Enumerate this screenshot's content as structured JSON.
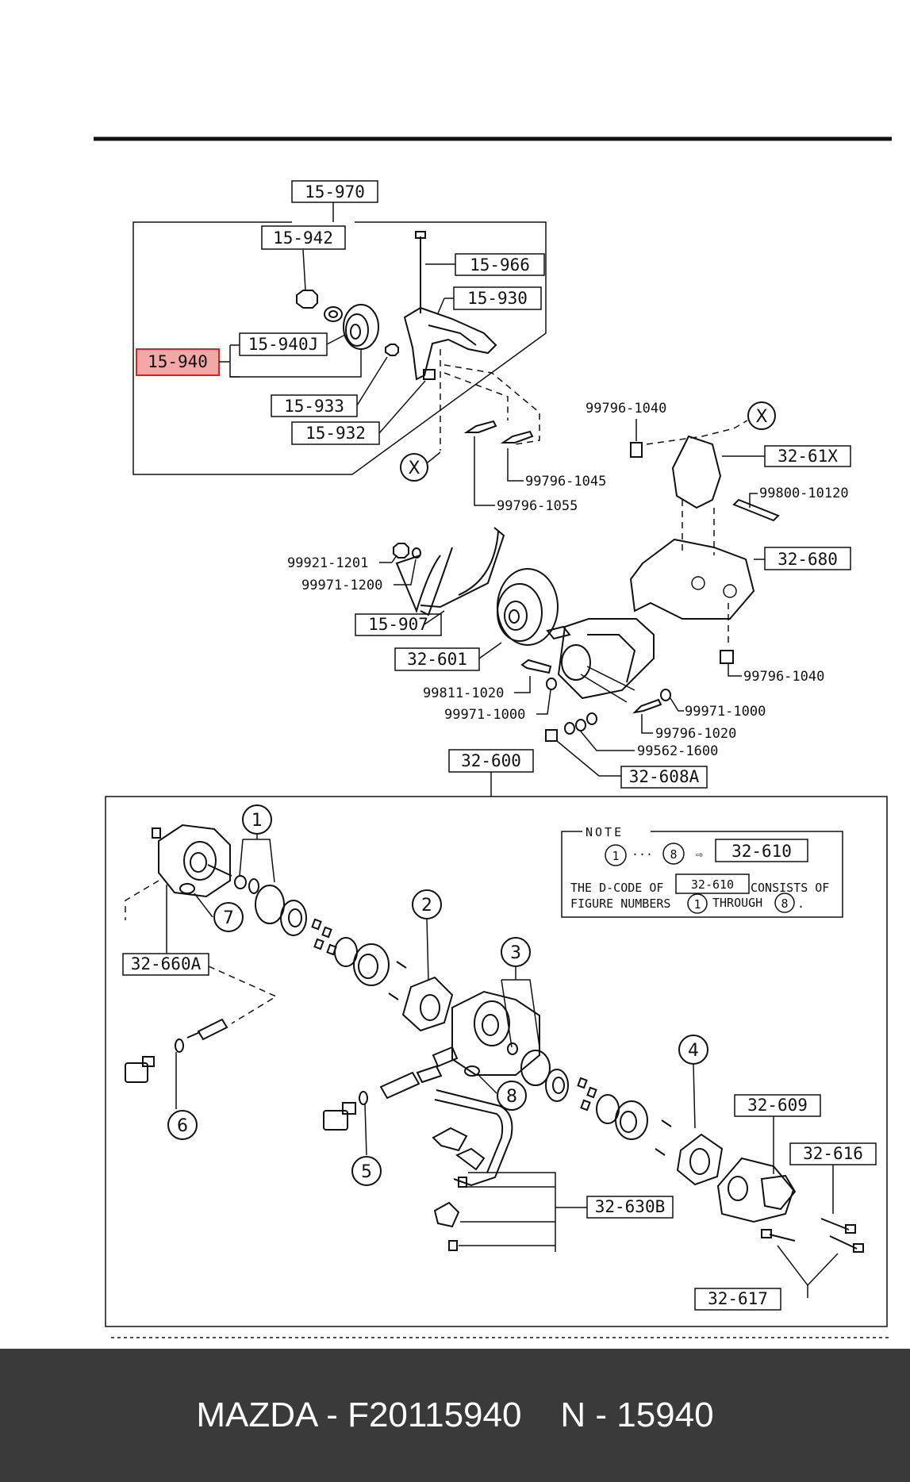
{
  "labels": {
    "l15970": "15-970",
    "l15942": "15-942",
    "l15966": "15-966",
    "l15930": "15-930",
    "l15940J": "15-940J",
    "l15940": "15-940",
    "l15933": "15-933",
    "l15932": "15-932",
    "lX1": "X",
    "lX2": "X",
    "l99796_1045": "99796-1045",
    "l99796_1055": "99796-1055",
    "l99796_1040a": "99796-1040",
    "l3261X": "32-61X",
    "l99800_10120": "99800-10120",
    "l99921_1201": "99921-1201",
    "l99971_1200": "99971-1200",
    "l32680": "32-680",
    "l15907": "15-907",
    "l32601": "32-601",
    "l99796_1040b": "99796-1040",
    "l99811_1020": "99811-1020",
    "l99971_1000a": "99971-1000",
    "l99971_1000b": "99971-1000",
    "l99796_1020": "99796-1020",
    "l99562_1600": "99562-1600",
    "l32600": "32-600",
    "l32608A": "32-608A",
    "l32660A": "32-660A",
    "l32609": "32-609",
    "l32616": "32-616",
    "l32630B": "32-630B",
    "l32617": "32-617",
    "c1": "1",
    "c2": "2",
    "c3": "3",
    "c4": "4",
    "c5": "5",
    "c6": "6",
    "c7": "7",
    "c8": "8"
  },
  "note": {
    "title": "NOTE",
    "range_from": "1",
    "range_dots": "···",
    "range_to": "8",
    "arrow": "⇨",
    "target": "32-610",
    "line1_a": "THE D-CODE OF",
    "line1_code": "32-610",
    "line1_b": "CONSISTS OF",
    "line2_a": "FIGURE NUMBERS",
    "line2_from": "1",
    "line2_mid": "THROUGH",
    "line2_to": "8",
    "line2_end": "."
  },
  "footer": {
    "text": "MAZDA - F20115940    N - 15940"
  },
  "colors": {
    "highlight_fill": "#f08a8a",
    "highlight_stroke": "#e02020",
    "footer_bg": "#3a3a3a"
  }
}
